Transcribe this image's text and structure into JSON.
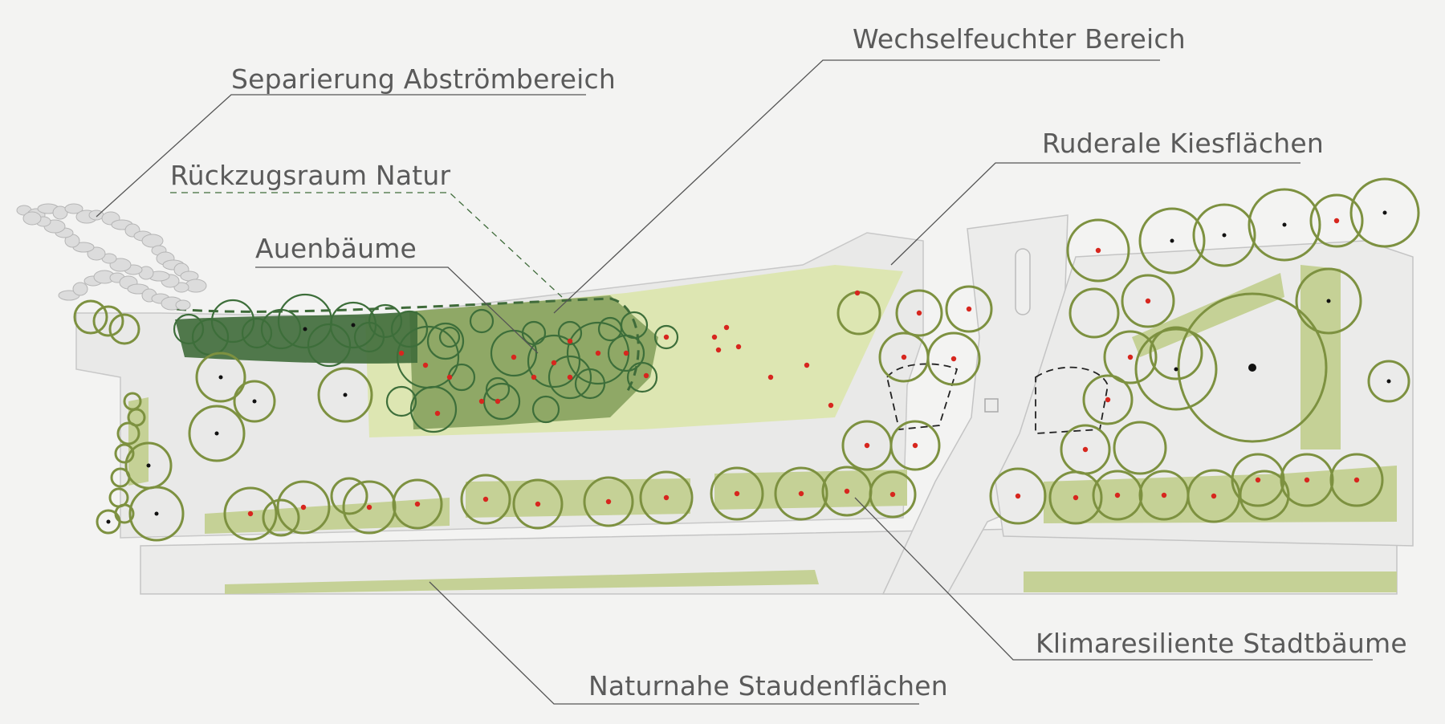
{
  "labels": {
    "separierung": "Separierung Abströmbereich",
    "wechselfeucht": "Wechselfeuchter Bereich",
    "rueckzug": "Rückzugsraum Natur",
    "ruderal": "Ruderale Kiesflächen",
    "auenbaeume": "Auenbäume",
    "klima": "Klimaresiliente Stadtbäume",
    "stauden": "Naturnahe Staudenflächen"
  },
  "colors": {
    "background": "#f3f3f2",
    "paving": "#e9e9e8",
    "meadow_light": "#dde6b2",
    "perennials": "#c5d196",
    "wetland": "#8fa866",
    "riparian_band": "#3f6b3a",
    "tree_outline_existing": "#7d9140",
    "tree_outline_riparian": "#3d6e3a",
    "new_tree_dot": "#d7261e",
    "existing_tree_dot": "#111111",
    "leader_line": "#555555"
  },
  "icons": [
    "new-tree-marker",
    "existing-tree-marker",
    "gravel-stone"
  ]
}
